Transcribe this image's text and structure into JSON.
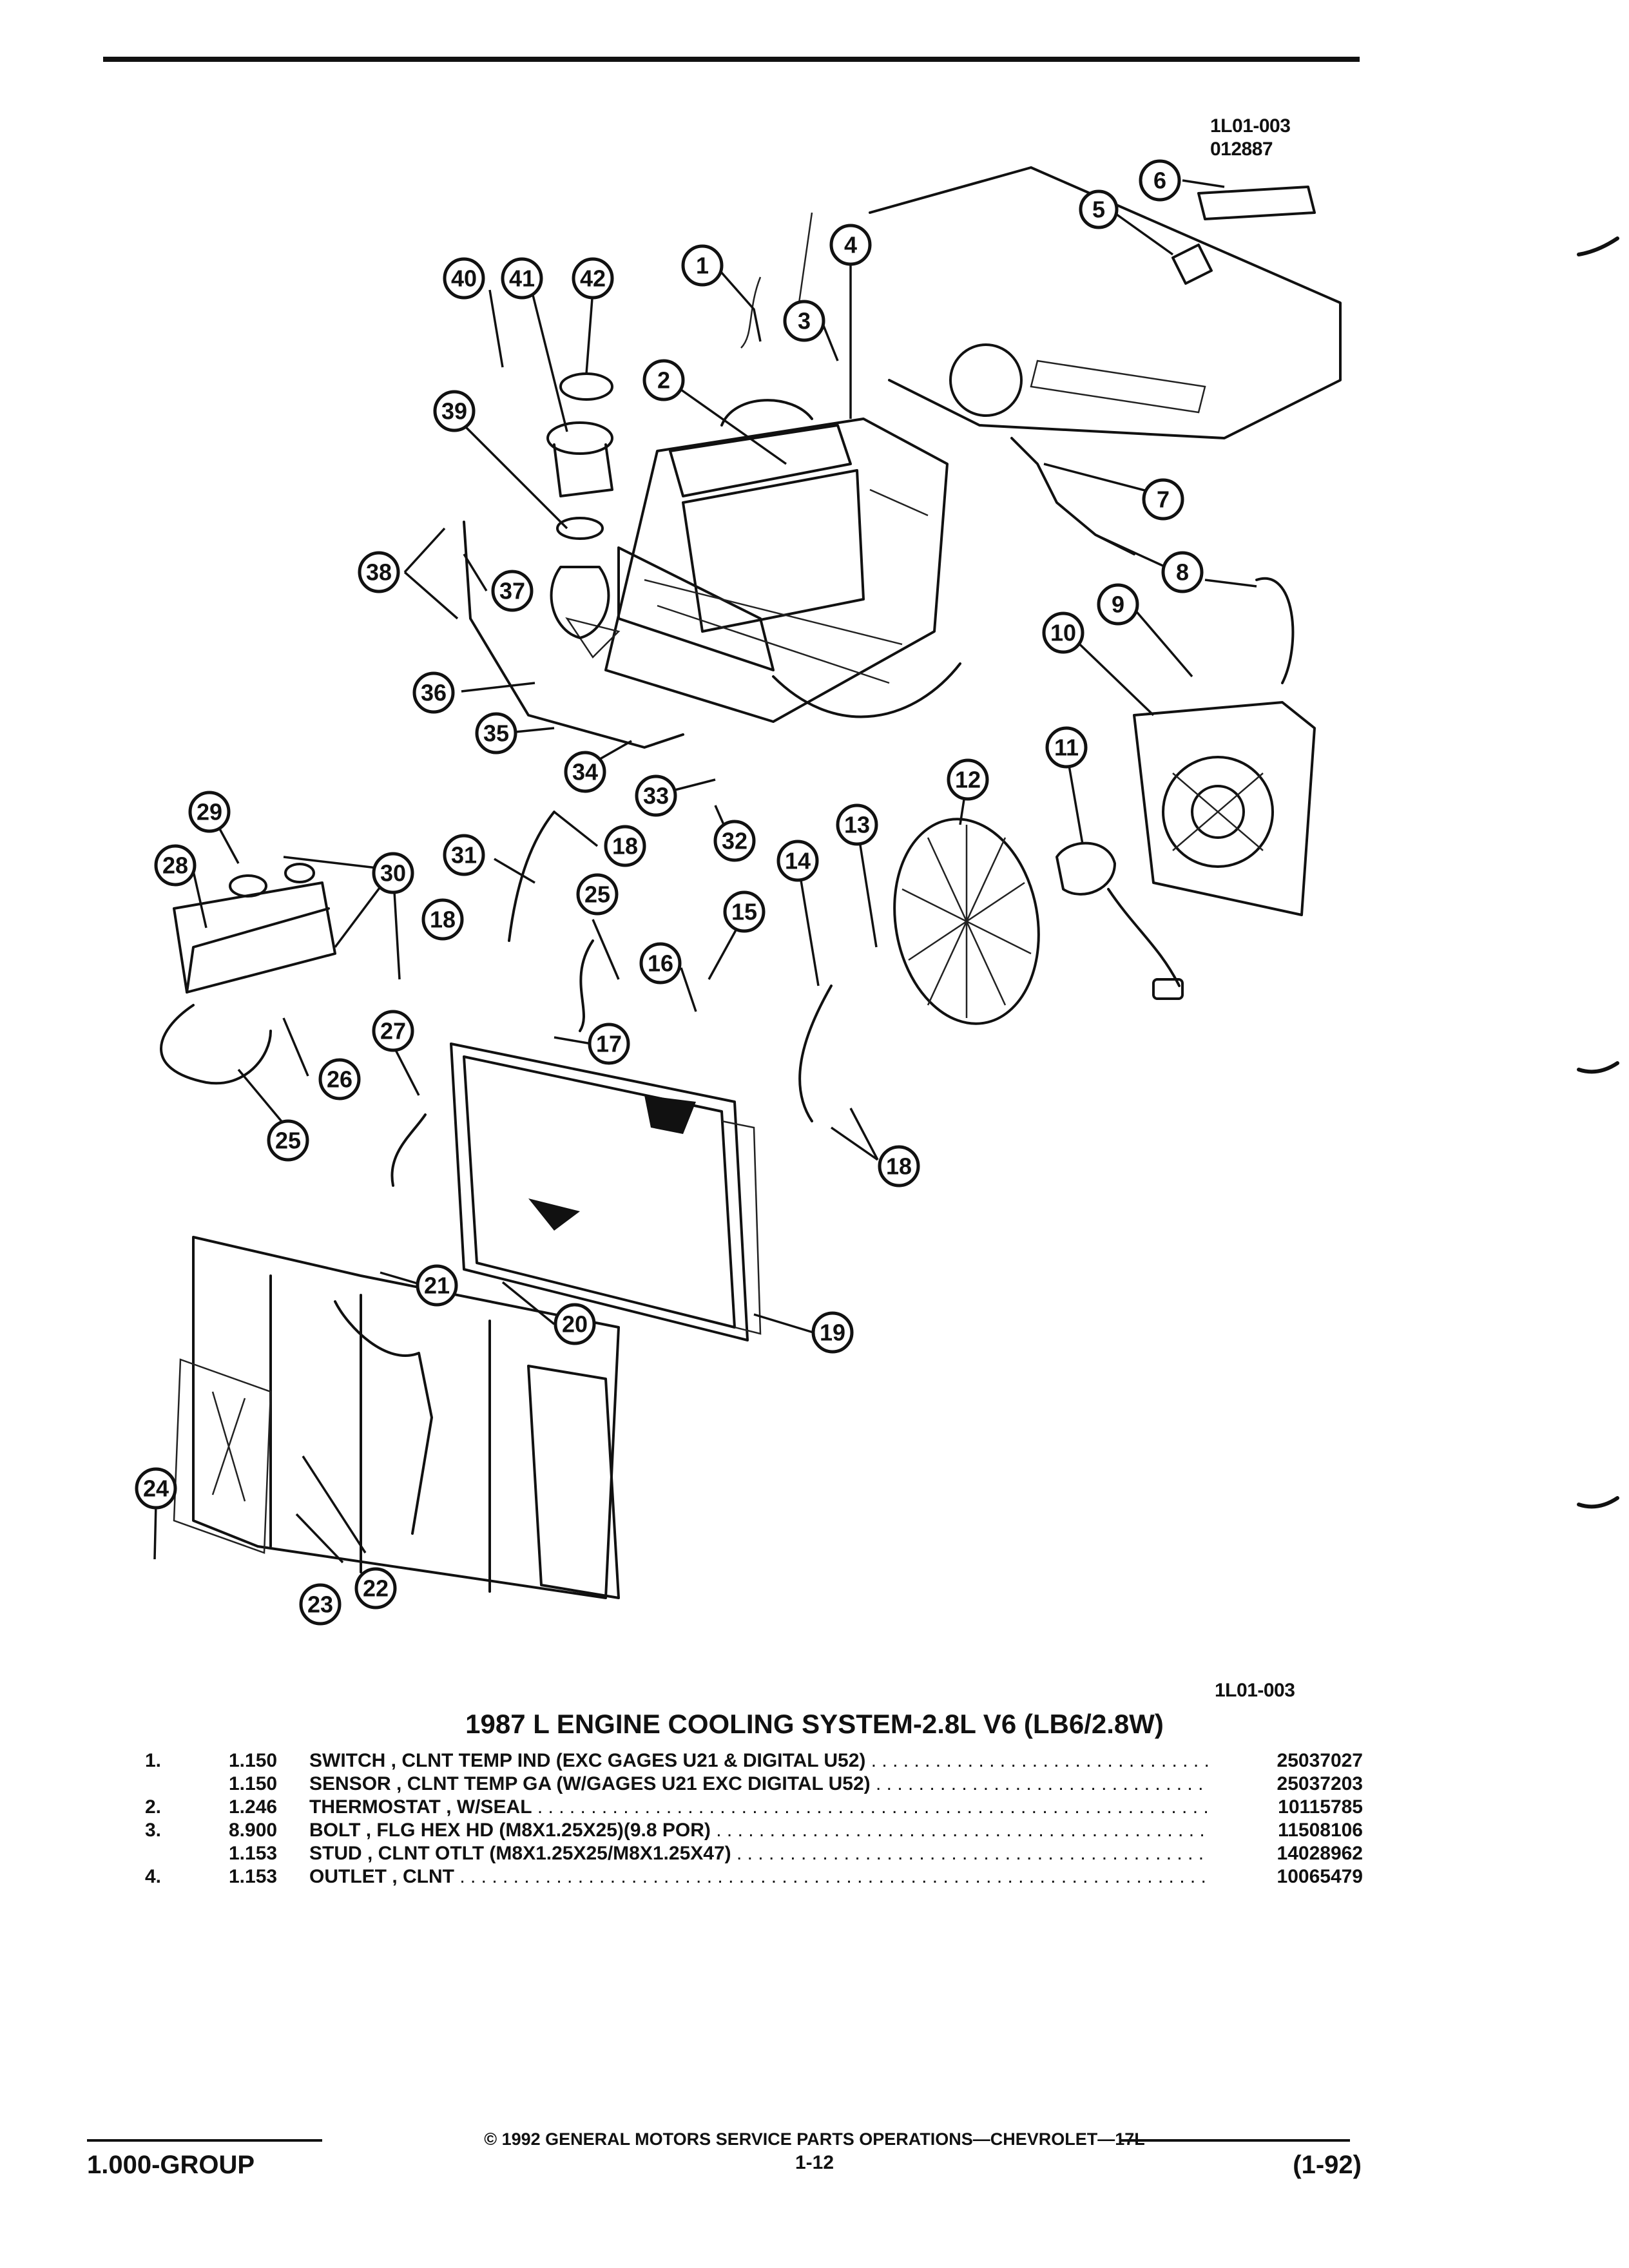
{
  "header": {
    "code_top": "1L01-003",
    "code_sub": "012887"
  },
  "callouts": [
    "1",
    "2",
    "3",
    "4",
    "5",
    "6",
    "7",
    "8",
    "9",
    "10",
    "11",
    "12",
    "13",
    "14",
    "15",
    "16",
    "17",
    "18",
    "18",
    "18",
    "19",
    "20",
    "21",
    "22",
    "23",
    "24",
    "25",
    "25",
    "26",
    "27",
    "28",
    "29",
    "30",
    "31",
    "32",
    "33",
    "34",
    "35",
    "36",
    "37",
    "38",
    "39",
    "40",
    "41",
    "42"
  ],
  "diagram_code": "1L01-003",
  "title": "1987 L ENGINE COOLING SYSTEM-2.8L V6 (LB6/2.8W)",
  "parts": [
    {
      "num": "1.",
      "qty": "1.150",
      "desc": "SWITCH , CLNT TEMP IND (EXC GAGES U21 & DIGITAL U52)",
      "pn": "25037027"
    },
    {
      "num": "",
      "qty": "1.150",
      "desc": "SENSOR , CLNT TEMP GA (W/GAGES U21 EXC DIGITAL U52)",
      "pn": "25037203"
    },
    {
      "num": "2.",
      "qty": "1.246",
      "desc": "THERMOSTAT , W/SEAL",
      "pn": "10115785"
    },
    {
      "num": "3.",
      "qty": "8.900",
      "desc": "BOLT , FLG HEX HD (M8X1.25X25)(9.8 POR)",
      "pn": "11508106"
    },
    {
      "num": "",
      "qty": "1.153",
      "desc": "STUD , CLNT OTLT (M8X1.25X25/M8X1.25X47)",
      "pn": "14028962"
    },
    {
      "num": "4.",
      "qty": "1.153",
      "desc": "OUTLET , CLNT",
      "pn": "10065479"
    }
  ],
  "footer": {
    "copyright": "© 1992 GENERAL MOTORS SERVICE PARTS OPERATIONS—CHEVROLET—17L",
    "group": "1.000-GROUP",
    "page": "1-12",
    "date": "(1-92)"
  }
}
